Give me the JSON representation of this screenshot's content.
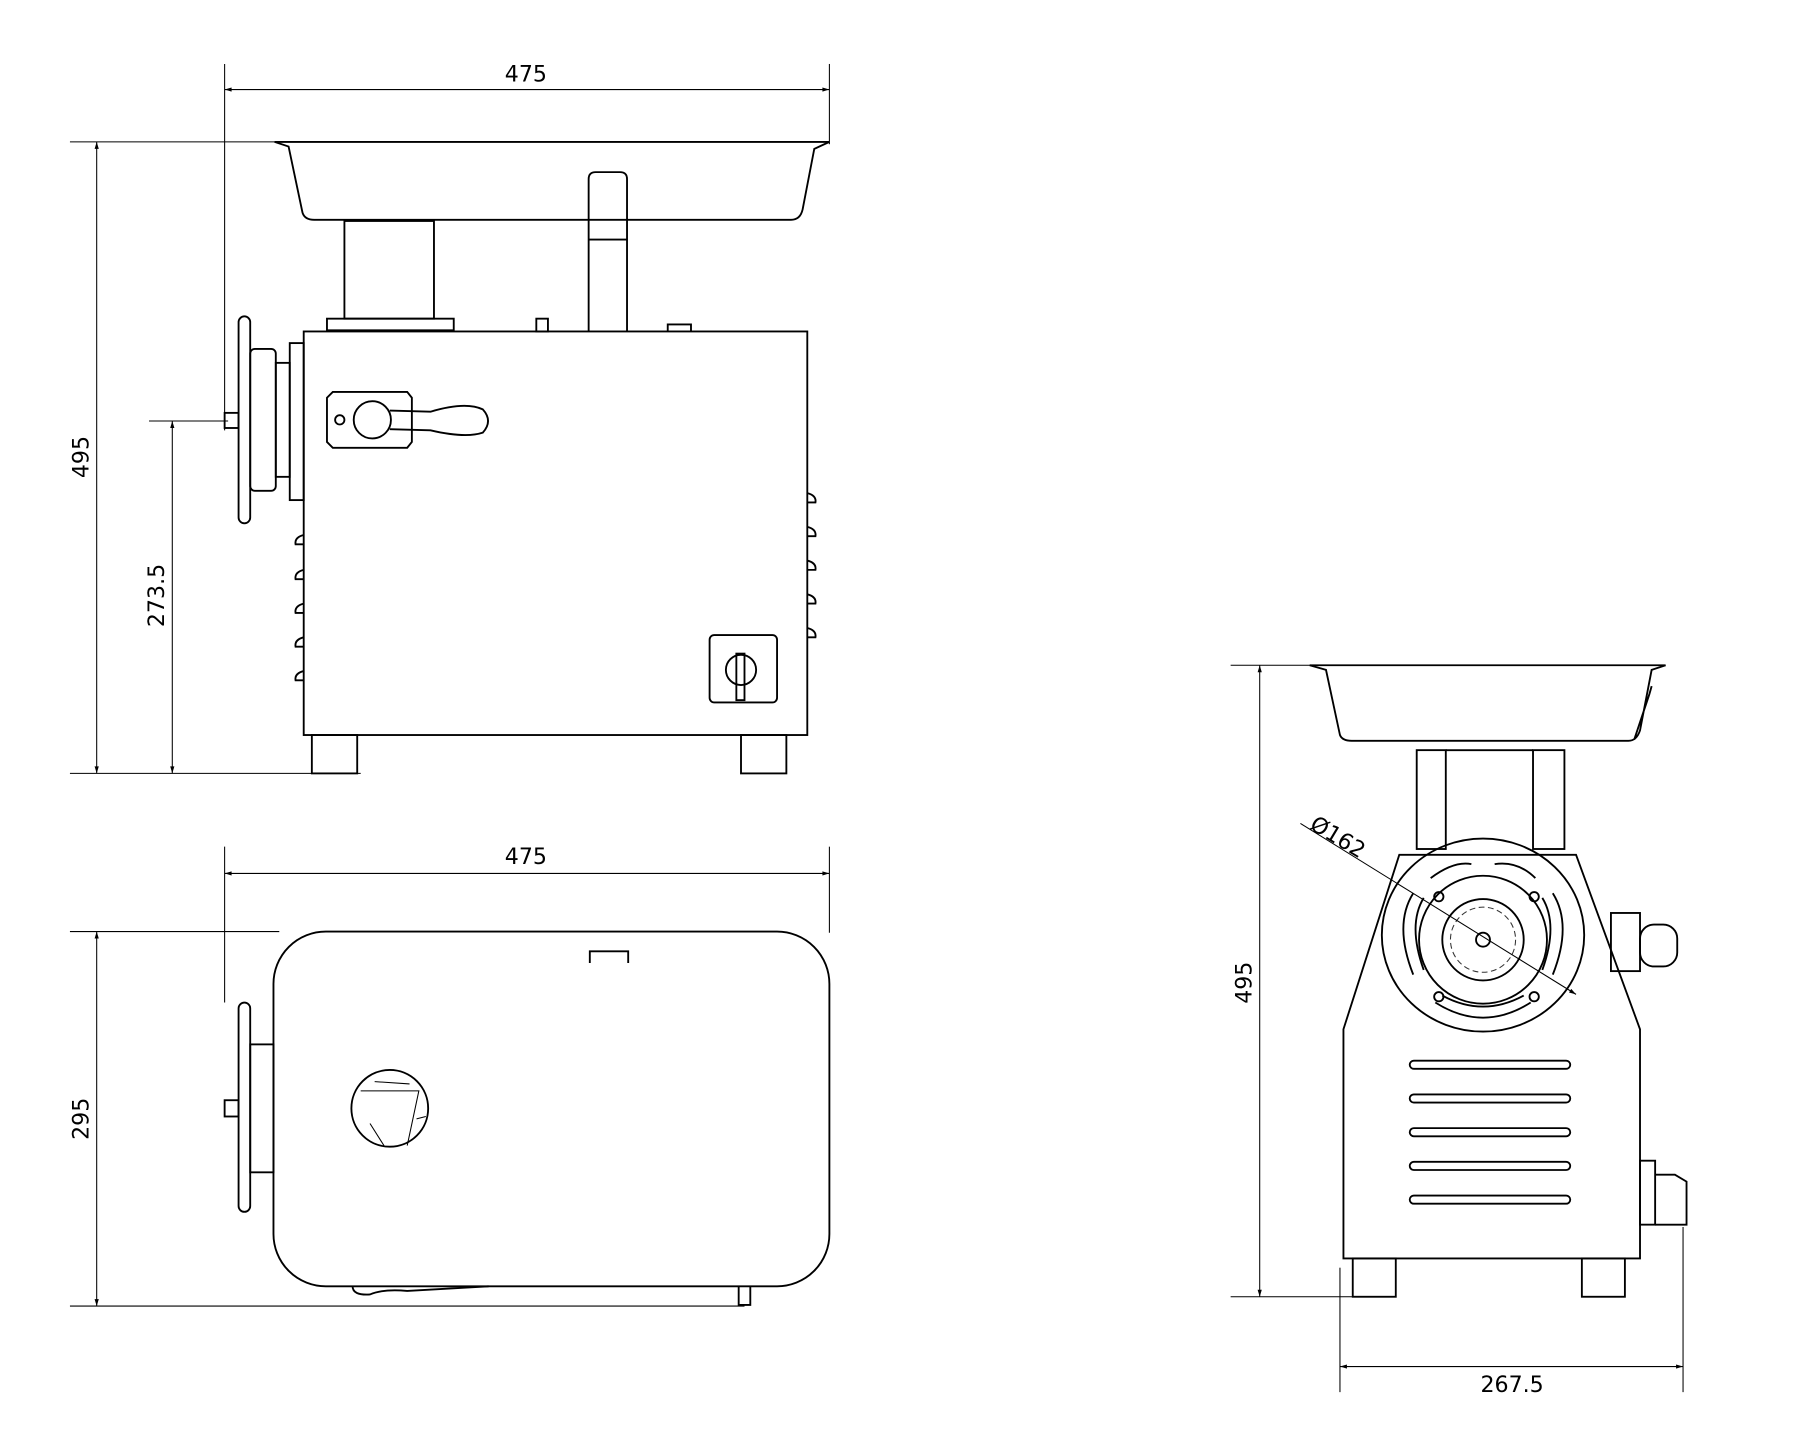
{
  "side_view": {
    "width_label": "475",
    "height_label": "495",
    "outlet_height_label": "273.5"
  },
  "top_view": {
    "length_label": "475",
    "depth_label": "295"
  },
  "front_view": {
    "height_label": "495",
    "width_label": "267.5",
    "head_diameter_label": "Ø162"
  },
  "colors": {
    "line": "#000000",
    "background": "#ffffff"
  }
}
